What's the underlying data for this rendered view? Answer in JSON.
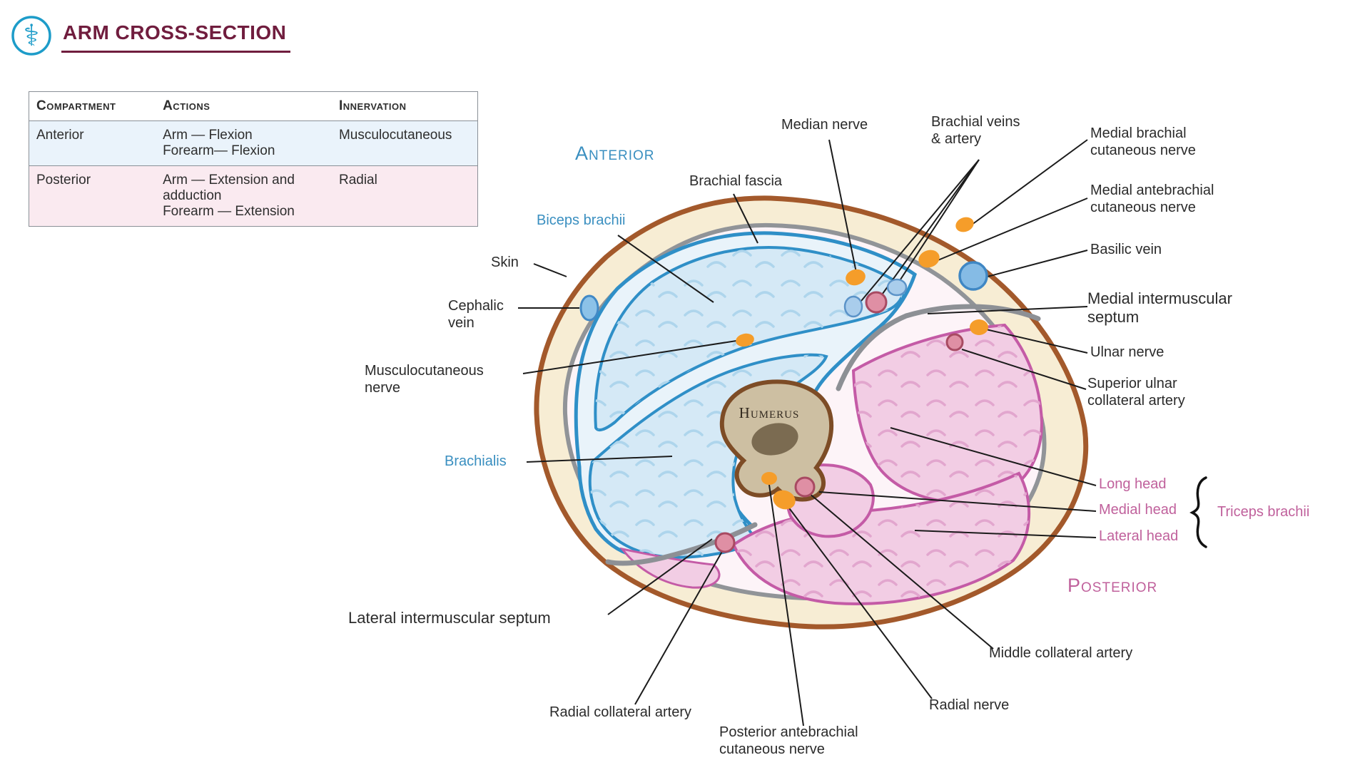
{
  "header": {
    "title": "ARM CROSS-SECTION",
    "logo_icon": "⚕"
  },
  "table": {
    "headers": {
      "compartment": "Compartment",
      "actions": "Actions",
      "innervation": "Innervation"
    },
    "rows": [
      {
        "compartment": "Anterior",
        "action_lines": [
          "Arm — Flexion",
          "Forearm— Flexion"
        ],
        "innervation": "Musculocutaneous"
      },
      {
        "compartment": "Posterior",
        "action_lines": [
          "Arm — Extension and",
          "adduction",
          "Forearm — Extension"
        ],
        "innervation": "Radial"
      }
    ]
  },
  "diagram": {
    "orientation": {
      "anterior": "Anterior",
      "posterior": "Posterior"
    },
    "bone": {
      "label": "Humerus"
    },
    "labels": {
      "skin": "Skin",
      "cephalic_vein": [
        "Cephalic",
        "vein"
      ],
      "musculocutaneous_nerve": [
        "Musculocutaneous",
        "nerve"
      ],
      "brachialis": "Brachialis",
      "biceps_brachii": "Biceps brachii",
      "brachial_fascia": "Brachial fascia",
      "median_nerve": "Median nerve",
      "brachial_veins_artery": [
        "Brachial veins",
        "& artery"
      ],
      "medial_brachial_cutaneous_nerve": [
        "Medial brachial",
        "cutaneous nerve"
      ],
      "medial_antebrachial_cutaneous_nerve": [
        "Medial antebrachial",
        "cutaneous nerve"
      ],
      "basilic_vein": "Basilic vein",
      "medial_intermuscular_septum": [
        "Medial intermuscular",
        "septum"
      ],
      "ulnar_nerve": "Ulnar nerve",
      "superior_ulnar_collateral_artery": [
        "Superior ulnar",
        "collateral artery"
      ],
      "long_head": "Long head",
      "medial_head": "Medial head",
      "lateral_head": "Lateral head",
      "triceps_brachii": "Triceps brachii",
      "middle_collateral_artery": "Middle collateral artery",
      "radial_nerve": "Radial nerve",
      "posterior_antebrachial_cutaneous_nerve": [
        "Posterior antebrachial",
        "cutaneous nerve"
      ],
      "radial_collateral_artery": "Radial collateral artery",
      "lateral_intermuscular_septum": "Lateral intermuscular septum"
    },
    "colors": {
      "nerve_orange": "#F59D2A",
      "artery_rose": "#DF8FA4",
      "vein_blue": "#85BBE5",
      "skin_brown": "#A3592B",
      "fat_cream": "#F7EDD4",
      "muscle_blue_fill": "#D5E9F6",
      "muscle_pink_fill": "#F2CDE4",
      "blue_label": "#3A8FC0",
      "pink_label": "#C0619C",
      "title_maroon": "#701D3E"
    }
  }
}
